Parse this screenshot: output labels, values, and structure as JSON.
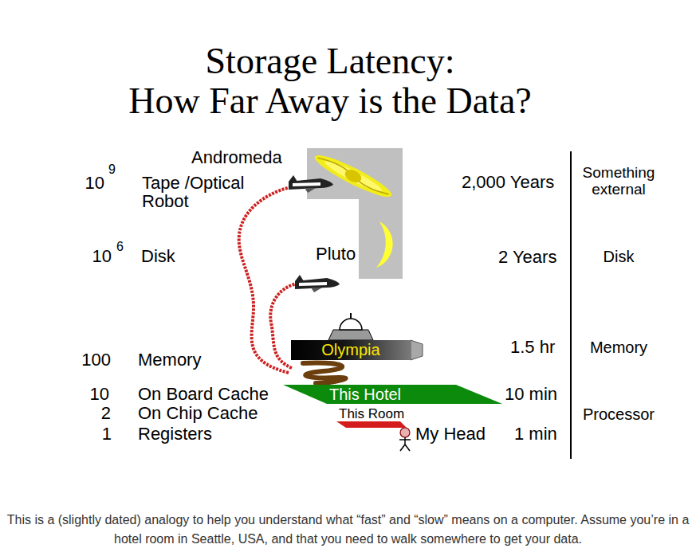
{
  "diagram": {
    "title": "Storage Latency: How Far Away is the Data?",
    "caption": "This is a (slightly dated) analogy to help you understand what “fast” and “slow” means on a computer. Assume you’re in a hotel room in Seattle, USA, and that you need to walk somewhere to get your data.",
    "nodes": [
      {
        "text": [
          "Olympia"
        ]
      },
      {
        "text": [
          "This Hotel"
        ]
      },
      {
        "text": [
          "This Room"
        ]
      }
    ],
    "labels": [
      "Andromeda",
      "10",
      "9",
      "Tape /Optical Robot",
      "2,000 Years",
      "Something external",
      "10",
      "6",
      "Disk",
      "Pluto",
      "2 Years",
      "Disk",
      "100",
      "Memory",
      "1.5 hr",
      "Memory",
      "10",
      "On Board Cache",
      "10 min",
      "2",
      "On Chip Cache",
      "Processor",
      "1",
      "Registers",
      "My Head",
      "1 min"
    ]
  }
}
